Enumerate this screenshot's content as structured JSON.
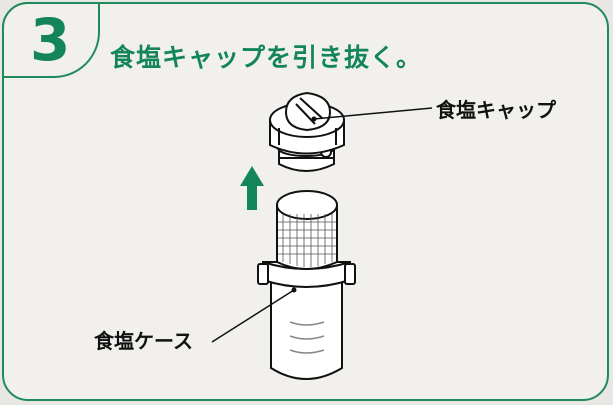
{
  "step": {
    "number": "3",
    "instruction": "食塩キャップを引き抜く。"
  },
  "labels": {
    "salt_cap": "食塩キャップ",
    "salt_case": "食塩ケース"
  },
  "colors": {
    "accent": "#14855b",
    "frame": "#1f8a5b",
    "background": "#f2f0ed",
    "line": "#111111"
  },
  "icons": {
    "direction": "arrow-up-icon"
  }
}
